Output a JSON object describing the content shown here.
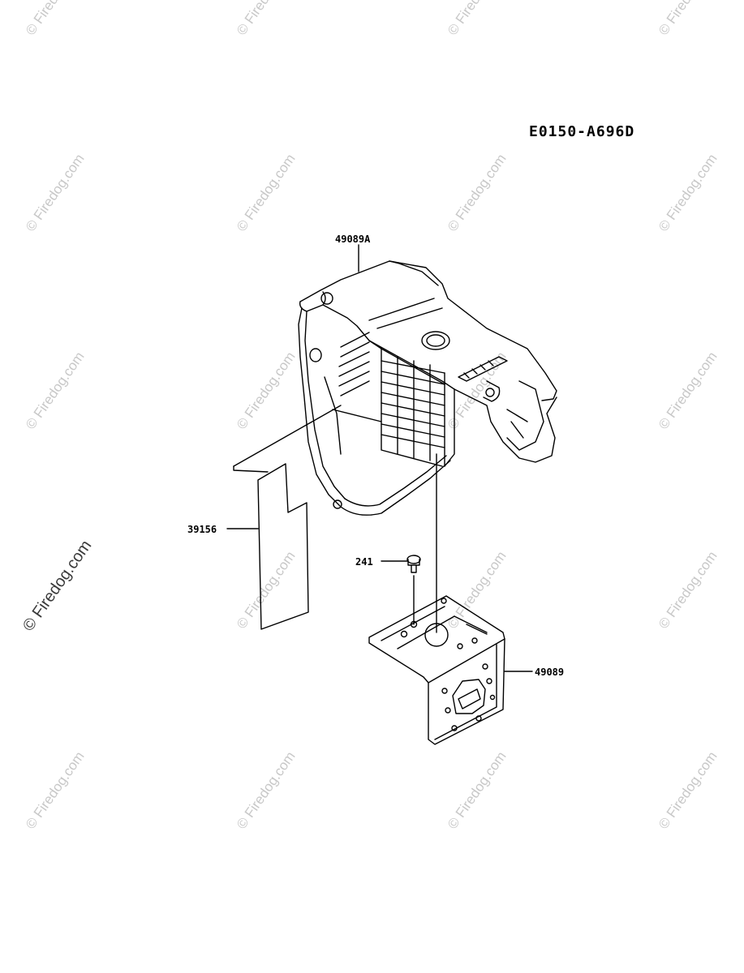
{
  "diagram": {
    "code": "E0150-A696D",
    "parts": [
      {
        "id": "49089A"
      },
      {
        "id": "39156"
      },
      {
        "id": "241"
      },
      {
        "id": "49089"
      }
    ]
  },
  "watermark": {
    "text": "© Firedog.com",
    "side_text": "© Firedog.com"
  }
}
